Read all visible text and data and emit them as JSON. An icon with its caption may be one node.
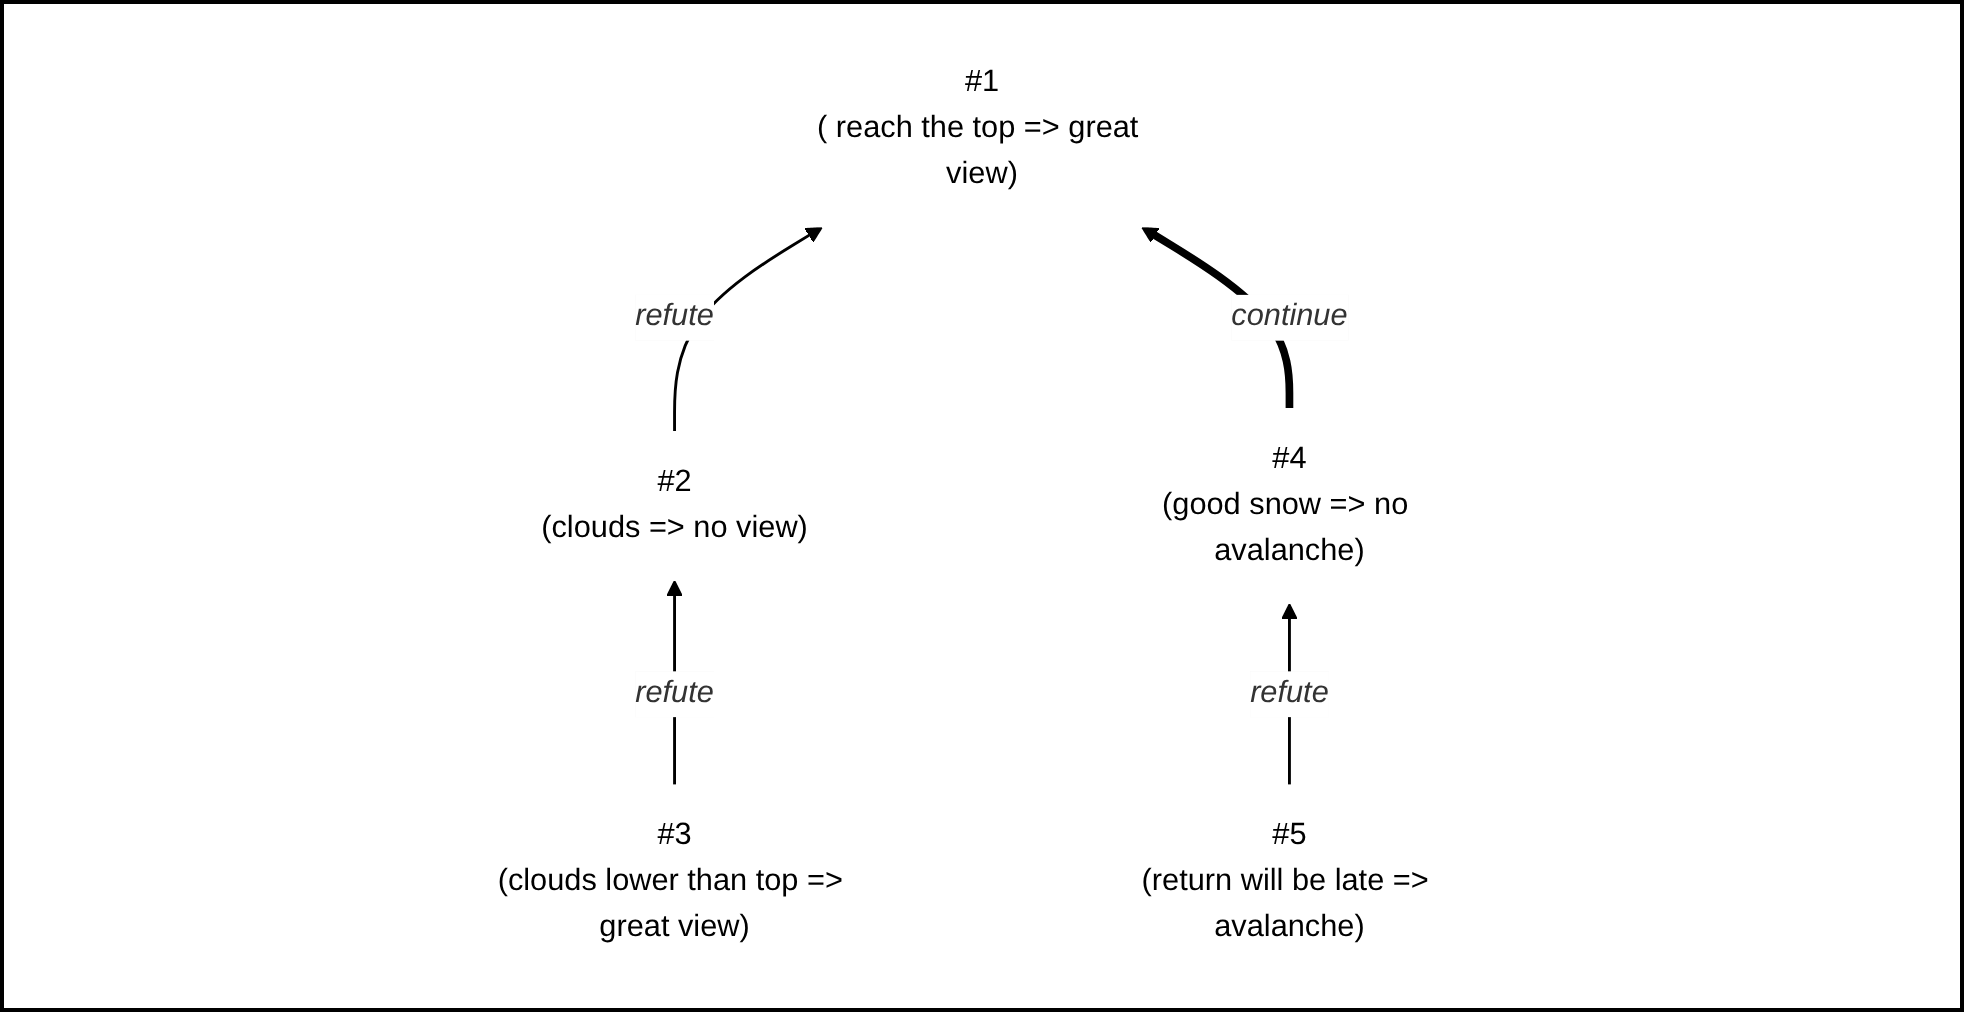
{
  "diagram": {
    "nodes": [
      {
        "text": [
          "#1",
          "( reach the top => great view)"
        ]
      },
      {
        "text": [
          "#2",
          "(clouds => no view)"
        ]
      },
      {
        "text": [
          "#3",
          "(clouds lower than top => great view)"
        ]
      },
      {
        "text": [
          "#4",
          "(good snow => no avalanche)"
        ]
      },
      {
        "text": [
          "#5",
          "(return will be late => avalanche)"
        ]
      }
    ],
    "edges": [
      {
        "from": 1,
        "to": 0,
        "arrow": "to",
        "label": "refute"
      },
      {
        "from": 2,
        "to": 1,
        "arrow": "to",
        "label": "refute"
      },
      {
        "from": 3,
        "to": 0,
        "arrow": "to",
        "label": "continue",
        "style": "thick"
      },
      {
        "from": 4,
        "to": 3,
        "arrow": "to",
        "label": "refute"
      }
    ]
  }
}
